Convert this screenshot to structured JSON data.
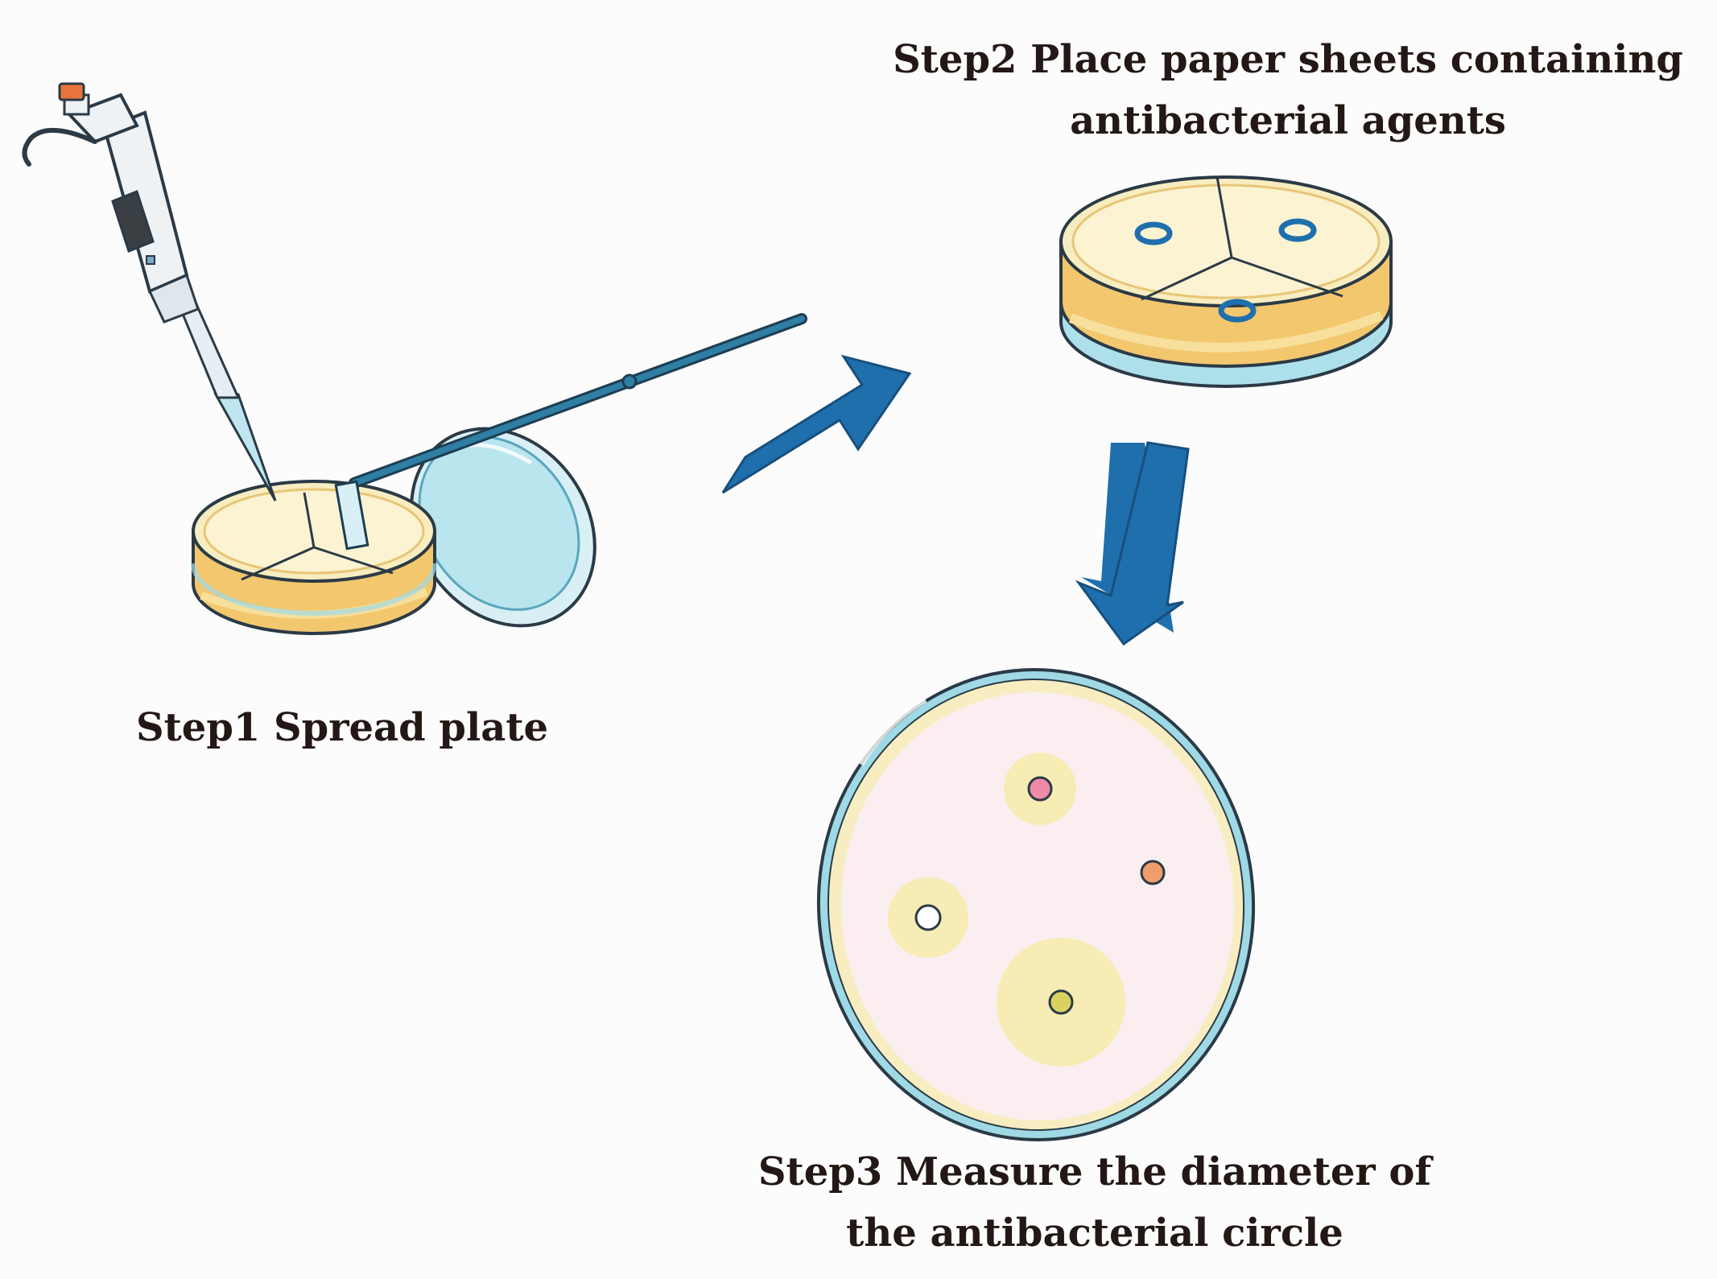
{
  "steps": [
    {
      "id": "step1",
      "title": "Step1 Spread plate"
    },
    {
      "id": "step2",
      "title_line1": "Step2 Place paper sheets containing",
      "title_line2": "antibacterial agents"
    },
    {
      "id": "step3",
      "title_line1": "Step3 Measure the diameter of",
      "title_line2": "the antibacterial circle"
    }
  ],
  "colors": {
    "arrow_blue": "#1f6fad",
    "agar_yellow": "#f7edc0",
    "dish_rim": "#e9b55a",
    "glass_blue": "#9fd9e6",
    "plate_pink": "#fbeef0",
    "halo_yellow": "#f6ecb4",
    "text": "#231815"
  },
  "icons": [
    "pipette-icon",
    "spreader-icon",
    "petri-dish-icon",
    "petri-lid-icon",
    "arrow-right-icon",
    "arrow-down-icon",
    "paper-disc-icon",
    "inhibition-zone-icon"
  ]
}
